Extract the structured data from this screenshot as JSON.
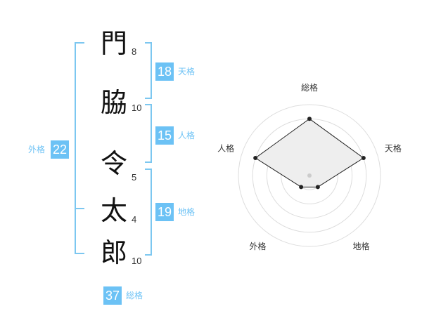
{
  "name": {
    "chars": [
      {
        "char": "門",
        "strokes": "8"
      },
      {
        "char": "脇",
        "strokes": "10"
      },
      {
        "char": "令",
        "strokes": "5"
      },
      {
        "char": "太",
        "strokes": "4"
      },
      {
        "char": "郎",
        "strokes": "10"
      }
    ]
  },
  "fortune": {
    "tenkaku": {
      "value": "18",
      "label": "天格"
    },
    "jinkaku": {
      "value": "15",
      "label": "人格"
    },
    "chikaku": {
      "value": "19",
      "label": "地格"
    },
    "gaikaku": {
      "value": "22",
      "label": "外格"
    },
    "soukaku": {
      "value": "37",
      "label": "総格"
    }
  },
  "chart_data": {
    "type": "radar",
    "axes": [
      "総格",
      "天格",
      "地格",
      "外格",
      "人格"
    ],
    "values": [
      4,
      4,
      1,
      1,
      4
    ],
    "max": 5,
    "rings": 5
  },
  "colors": {
    "accent": "#6cc2f5",
    "bracket": "#7cc7f0",
    "radar_fill": "#eeeeee",
    "radar_line": "#222222"
  }
}
